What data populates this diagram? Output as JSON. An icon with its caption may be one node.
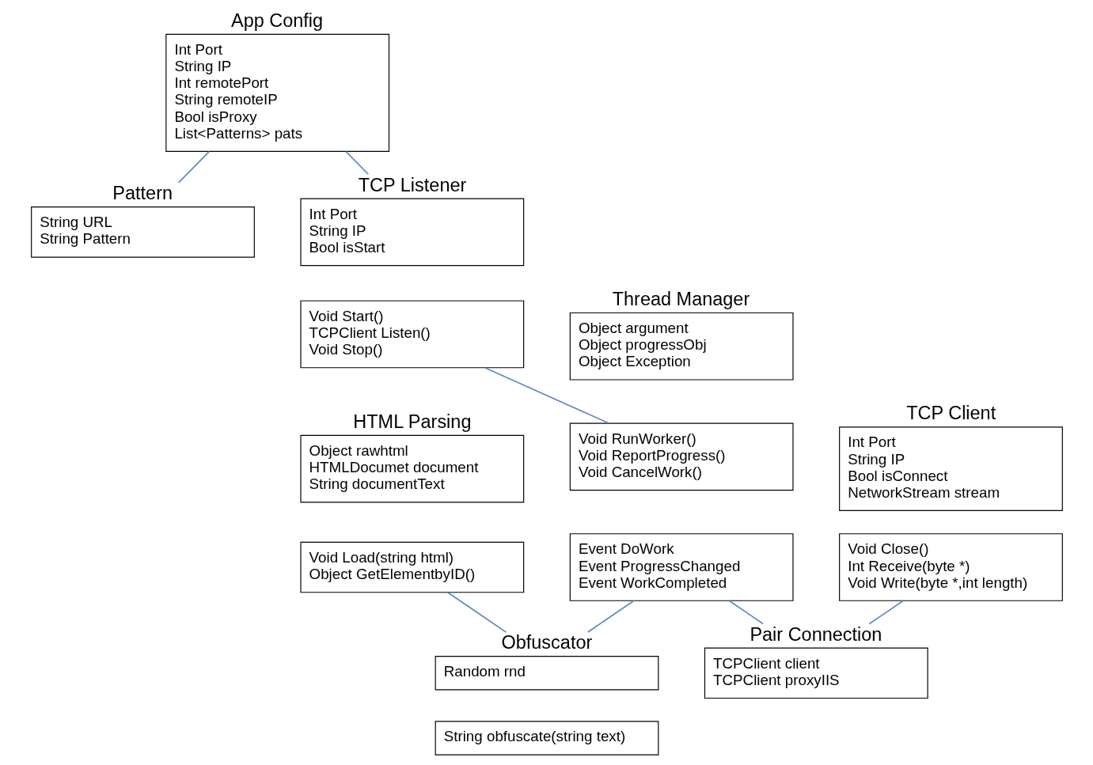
{
  "diagram": {
    "nodes": [
      {
        "text": [
          "Int Port",
          "String IP",
          "Int remotePort",
          "String remoteIP",
          "Bool isProxy",
          "List<Patterns> pats"
        ],
        "beside": [
          "App Config"
        ]
      },
      {
        "text": [
          "String URL",
          "String Pattern"
        ],
        "beside": [
          "Pattern"
        ]
      },
      {
        "text": [
          "Object rawhtml",
          "HTMLDocumet document",
          "String documentText"
        ],
        "beside": [
          "HTML Parsing"
        ]
      },
      {
        "text": [
          "Void Load(string html)",
          "Object GetElementbyID()"
        ]
      },
      {
        "text": [
          "Object argument",
          "Object progressObj",
          "Object Exception"
        ],
        "beside": [
          "Thread Manager"
        ]
      },
      {
        "text": [
          "Void RunWorker()",
          "Void ReportProgress()",
          "Void CancelWork()"
        ]
      },
      {
        "text": [
          "Event DoWork",
          "Event ProgressChanged",
          "Event WorkCompleted"
        ]
      },
      {
        "text": [
          "Int Port",
          "String IP",
          "Bool isStart"
        ],
        "beside": [
          "TCP Listener"
        ]
      },
      {
        "text": [
          "Void Start()",
          "TCPClient Listen()",
          "Void Stop()"
        ]
      },
      {
        "text": [
          "Random rnd"
        ],
        "beside": [
          "Obfuscator"
        ]
      },
      {
        "text": [
          "String obfuscate(string text)"
        ]
      },
      {
        "text": [
          "Int Port",
          "String IP",
          "Bool isConnect",
          "NetworkStream stream"
        ],
        "beside": [
          "TCP Client"
        ]
      },
      {
        "text": [
          "Void Close()",
          "Int Receive(byte *)",
          "Void Write(byte *,int length)"
        ]
      },
      {
        "text": [
          "TCPClient client",
          "TCPClient proxyIIS"
        ],
        "beside": [
          "Pair Connection"
        ]
      }
    ],
    "edges": [
      {
        "from": 0,
        "to": 7,
        "arrow": "none"
      },
      {
        "from": 0,
        "to": 1,
        "arrow": "none"
      },
      {
        "from": 3,
        "to": 9,
        "arrow": "none"
      },
      {
        "from": 8,
        "to": 5,
        "arrow": "none"
      },
      {
        "from": 6,
        "to": 9,
        "arrow": "none"
      },
      {
        "from": 6,
        "to": 13,
        "arrow": "none"
      },
      {
        "from": 12,
        "to": 13,
        "arrow": "none"
      }
    ]
  }
}
